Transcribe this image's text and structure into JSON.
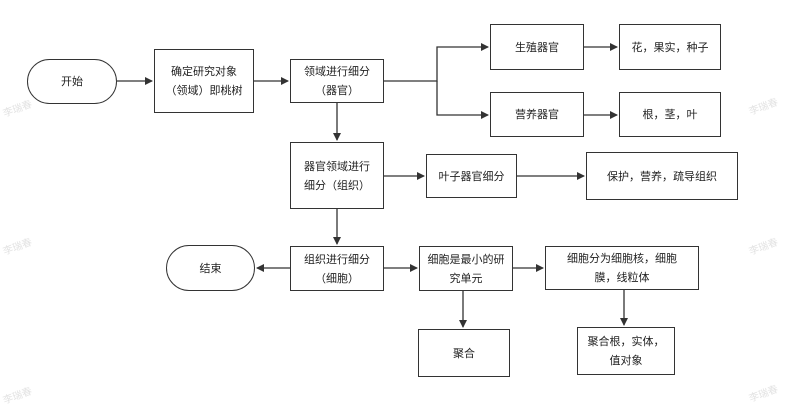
{
  "nodes": {
    "start": "开始",
    "object": "确定研究对象\n（领域）即桃树",
    "domain_split": "领域进行细分\n（器官）",
    "repro_organ": "生殖器官",
    "veg_organ": "营养器官",
    "flower_fruit_seed": "花，果实，种子",
    "root_stem_leaf": "根，茎，叶",
    "organ_split": "器官领域进行\n细分（组织）",
    "leaf_organ_split": "叶子器官细分",
    "tissues": "保护，营养，疏导组织",
    "tissue_split": "组织进行细分\n（细胞）",
    "end": "结束",
    "cell_unit": "细胞是最小的研\n究单元",
    "cell_parts": "细胞分为细胞核，细胞\n膜，线粒体",
    "aggregate": "聚合",
    "aggregate_detail": "聚合根，实体，\n值对象"
  },
  "watermark": "李瑞春"
}
